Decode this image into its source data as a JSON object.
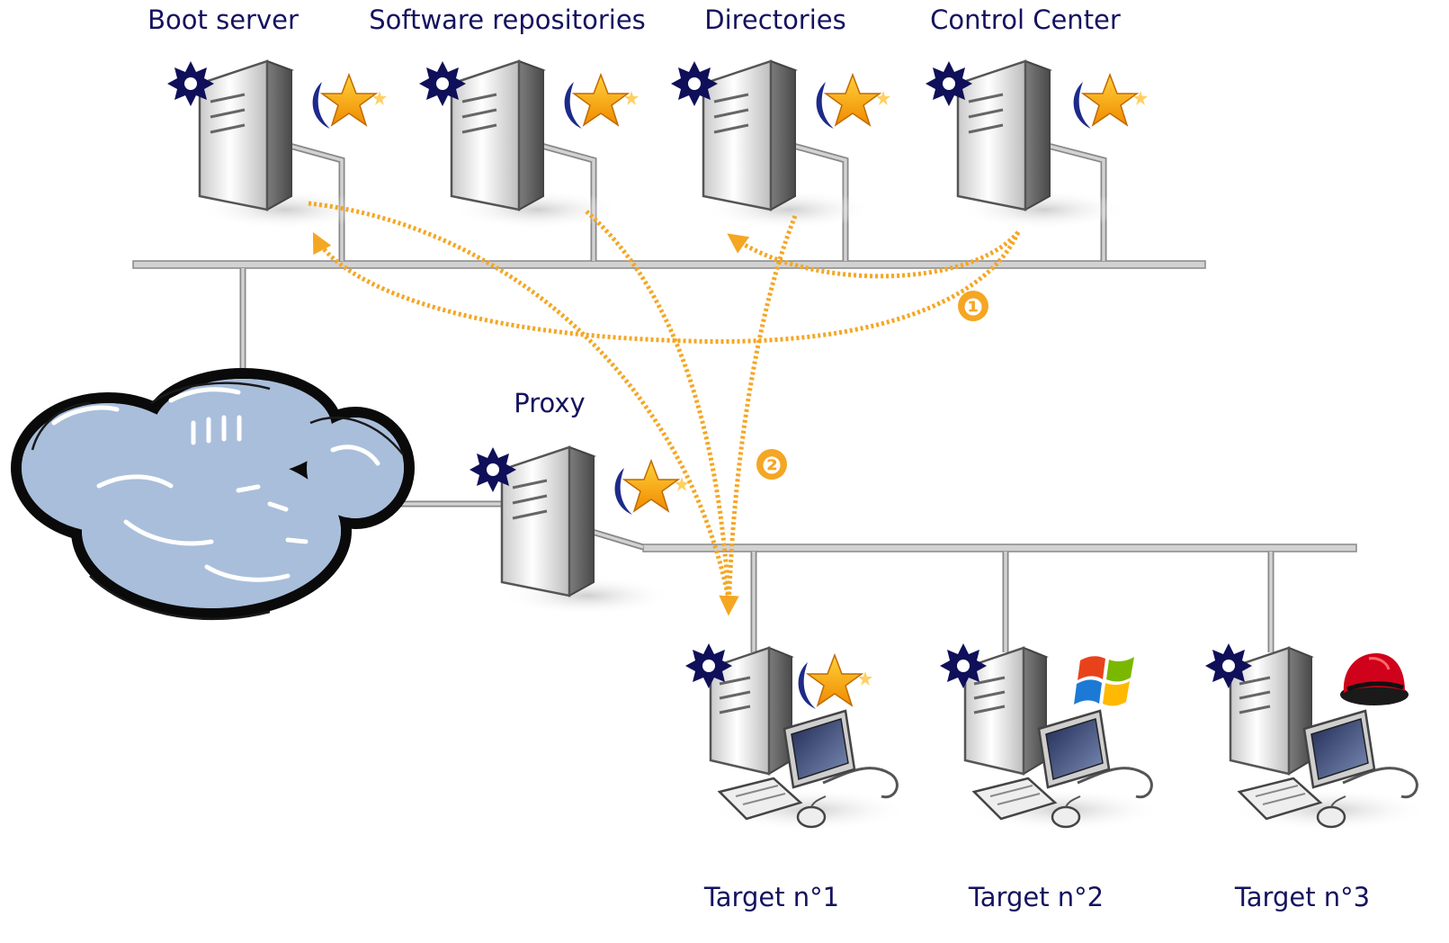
{
  "nodes": {
    "boot_server": {
      "label": "Boot server"
    },
    "software_repositories": {
      "label": "Software repositories"
    },
    "directories": {
      "label": "Directories"
    },
    "control_center": {
      "label": "Control Center"
    },
    "proxy": {
      "label": "Proxy"
    },
    "target1": {
      "label": "Target n°1",
      "os_icon": "mandriva-star-icon"
    },
    "target2": {
      "label": "Target n°2",
      "os_icon": "windows-logo-icon"
    },
    "target3": {
      "label": "Target n°3",
      "os_icon": "redhat-logo-icon"
    }
  },
  "steps": {
    "step1": "❶",
    "step2": "❷"
  },
  "colors": {
    "flow": "#f5a623",
    "label": "#14135f",
    "cloud": "#a9bedb",
    "wire": "#d2d2d2"
  }
}
